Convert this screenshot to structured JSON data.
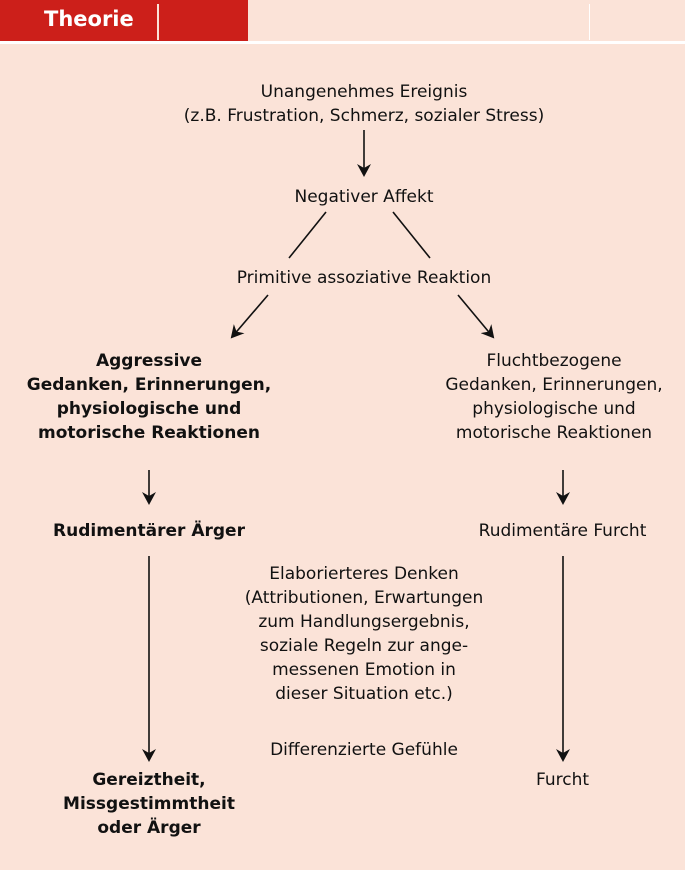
{
  "header": {
    "tab_label": "Theorie"
  },
  "nodes": {
    "event": "Unangenehmes Ereignis\n(z.B. Frustration, Schmerz, sozialer Stress)",
    "negative_affect": "Negativer Affekt",
    "primitive_reaction": "Primitive assoziative Reaktion",
    "aggressive": "Aggressive\nGedanken, Erinnerungen,\nphysiologische und\nmotorische Reaktionen",
    "flight": "Fluchtbezogene\nGedanken, Erinnerungen,\nphysiologische und\nmotorische Reaktionen",
    "rudimentary_anger": "Rudimentärer Ärger",
    "rudimentary_fear": "Rudimentäre Furcht",
    "elaborated_thinking": "Elaborierteres Denken\n(Attributionen, Erwartungen\nzum Handlungsergebnis,\nsoziale Regeln zur ange-\nmessenen Emotion in\ndieser Situation etc.)",
    "differentiated_feelings": "Differenzierte Gefühle",
    "irritation": "Gereiztheit,\nMissgestimmtheit\noder Ärger",
    "fear": "Furcht"
  },
  "colors": {
    "background": "#fbe3d8",
    "accent": "#cc1f1a"
  }
}
